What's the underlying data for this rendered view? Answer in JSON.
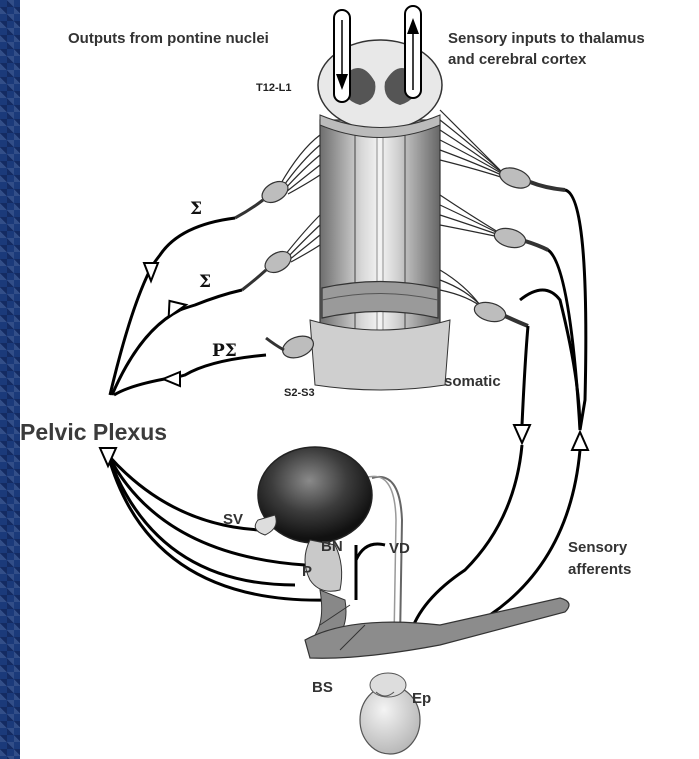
{
  "labels": {
    "outputs": "Outputs from pontine nuclei",
    "sensory_inputs_line1": "Sensory inputs to thalamus",
    "sensory_inputs_line2": "and cerebral cortex",
    "t12_l1": "T12-L1",
    "s2_s3": "S2-S3",
    "sigma_upper": "Σ",
    "sigma_lower": "Σ",
    "p_sigma": "PΣ",
    "pelvic_plexus": "Pelvic Plexus",
    "somatic": "somatic",
    "sv": "SV",
    "bn": "BN",
    "vd": "VD",
    "p": "P",
    "sensory_afferents_line1": "Sensory",
    "sensory_afferents_line2": "afferents",
    "bs": "BS",
    "ep": "Ep"
  },
  "colors": {
    "background": "#1b3a7a",
    "panel": "#ffffff",
    "line": "#000000",
    "text": "#333333"
  }
}
